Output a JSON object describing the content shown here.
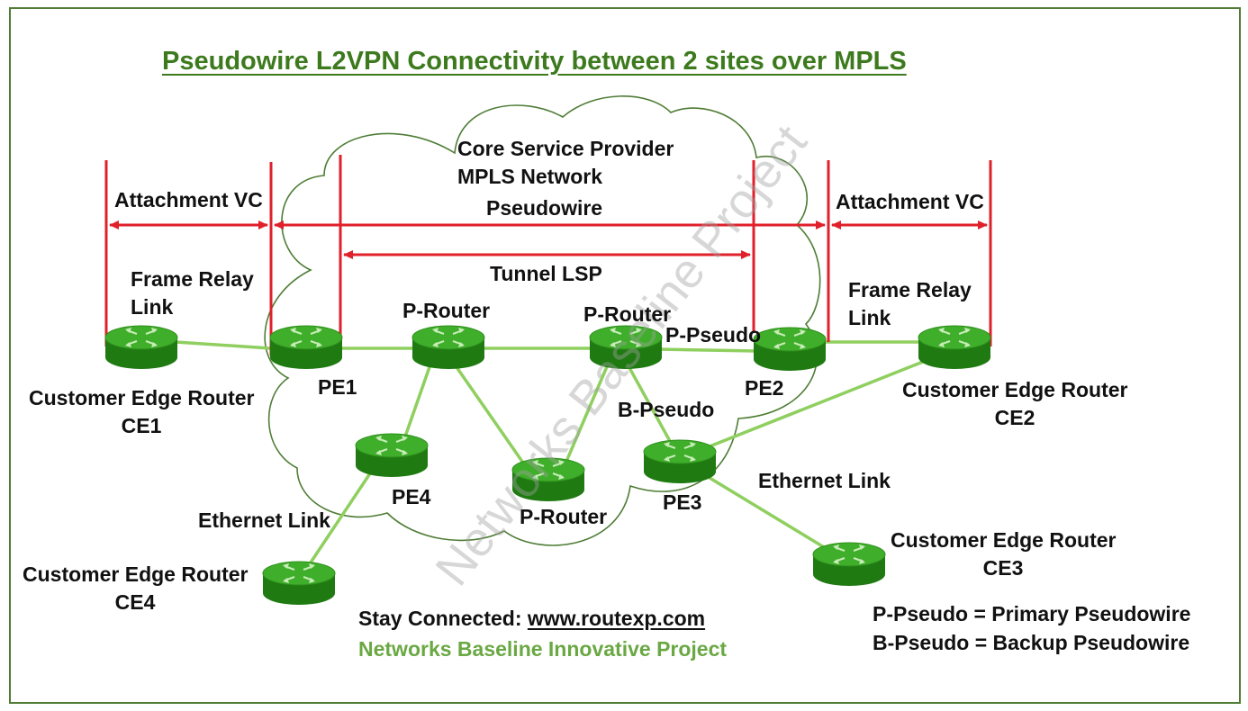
{
  "title": "Pseudowire L2VPN Connectivity between 2 sites over MPLS",
  "watermark": "Networks Baseline Project",
  "cloud_label": {
    "line1": "Core Service Provider",
    "line2": "MPLS Network"
  },
  "spans": {
    "attachment_left": "Attachment VC",
    "pseudowire": "Pseudowire",
    "attachment_right": "Attachment VC",
    "tunnel_lsp": "Tunnel LSP"
  },
  "links": {
    "frame_relay_left": {
      "line1": "Frame Relay",
      "line2": "Link"
    },
    "frame_relay_right": {
      "line1": "Frame Relay",
      "line2": "Link"
    },
    "ethernet_left": "Ethernet Link",
    "ethernet_right": "Ethernet Link",
    "p_pseudo": "P-Pseudo",
    "b_pseudo": "B-Pseudo"
  },
  "routers": {
    "ce1": {
      "line1": "Customer Edge Router",
      "line2": "CE1"
    },
    "ce2": {
      "line1": "Customer Edge Router",
      "line2": "CE2"
    },
    "ce3": {
      "line1": "Customer Edge Router",
      "line2": "CE3"
    },
    "ce4": {
      "line1": "Customer Edge Router",
      "line2": "CE4"
    },
    "pe1": "PE1",
    "pe2": "PE2",
    "pe3": "PE3",
    "pe4": "PE4",
    "p1": "P-Router",
    "p2": "P-Router",
    "p3": "P-Router"
  },
  "footer": {
    "stay_connected": "Stay Connected:",
    "url": "www.routexp.com",
    "project": "Networks Baseline Innovative Project"
  },
  "legend": {
    "p_pseudo": "P-Pseudo = Primary Pseudowire",
    "b_pseudo": "B-Pseudo = Backup Pseudowire"
  },
  "colors": {
    "title": "#3d7a1e",
    "frame": "#4f7d36",
    "span_lines": "#e0202a",
    "links": "#8fcf5f",
    "router_top": "#3fae2a",
    "router_side": "#1f7a12",
    "cloud_stroke": "#4f7d36"
  }
}
